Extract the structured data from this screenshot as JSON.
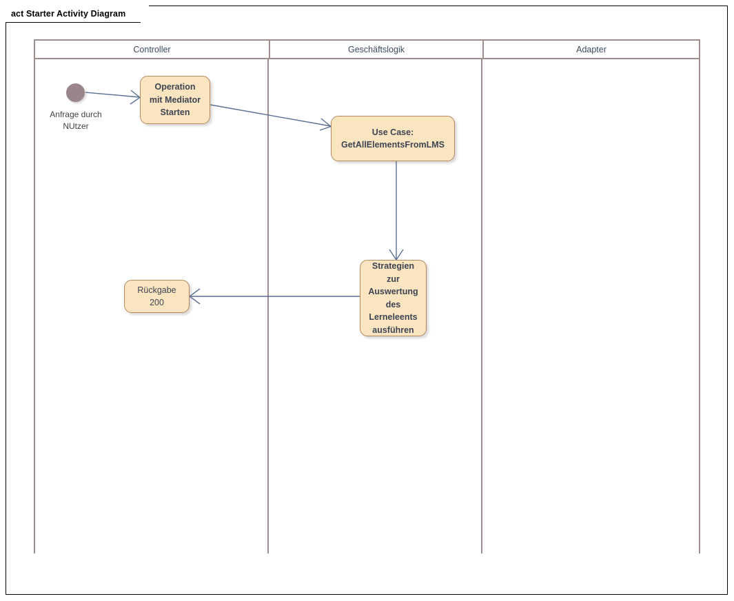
{
  "diagram": {
    "tab_title": "act Starter Activity Diagram",
    "type": "uml-activity-diagram",
    "colors": {
      "node_fill": "#fbe5c1",
      "node_border": "#b3885c",
      "node_text": "#3d4453",
      "connector": "#5a6f93",
      "lane_line": "#9f8d8d",
      "lane_header_text": "#3d4a5c",
      "initial_node": "#9a858a",
      "frame_border": "#000000",
      "background": "#ffffff"
    }
  },
  "lanes": [
    {
      "label": "Controller"
    },
    {
      "label": "Geschäftslogik"
    },
    {
      "label": "Adapter"
    }
  ],
  "initial_node": {
    "name": "start-node",
    "label": "Anfrage durch\nNUtzer",
    "lane": "Controller"
  },
  "nodes": [
    {
      "id": "operation-mit-mediator-starten",
      "label": "Operation\nmit Mediator\nStarten",
      "lane": "Controller",
      "bold": true
    },
    {
      "id": "use-case-getallelementsfromlms",
      "label": "Use Case:\nGetAllElementsFromLMS",
      "lane": "Geschäftslogik",
      "bold": true
    },
    {
      "id": "strategien-zur-auswertung",
      "label": "Strategien\nzur\nAuswertung\ndes\nLerneleents\nausführen",
      "lane": "Geschäftslogik",
      "bold": true
    },
    {
      "id": "rueckgabe-200",
      "label": "Rückgabe\n200",
      "lane": "Controller",
      "bold": false
    }
  ],
  "connectors": [
    {
      "id": "start-to-operation",
      "from": "start-node",
      "to": "operation-mit-mediator-starten"
    },
    {
      "id": "operation-to-usecase",
      "from": "operation-mit-mediator-starten",
      "to": "use-case-getallelementsfromlms"
    },
    {
      "id": "usecase-to-strategien",
      "from": "use-case-getallelementsfromlms",
      "to": "strategien-zur-auswertung"
    },
    {
      "id": "strategien-to-rueckgabe",
      "from": "strategien-zur-auswertung",
      "to": "rueckgabe-200"
    }
  ]
}
